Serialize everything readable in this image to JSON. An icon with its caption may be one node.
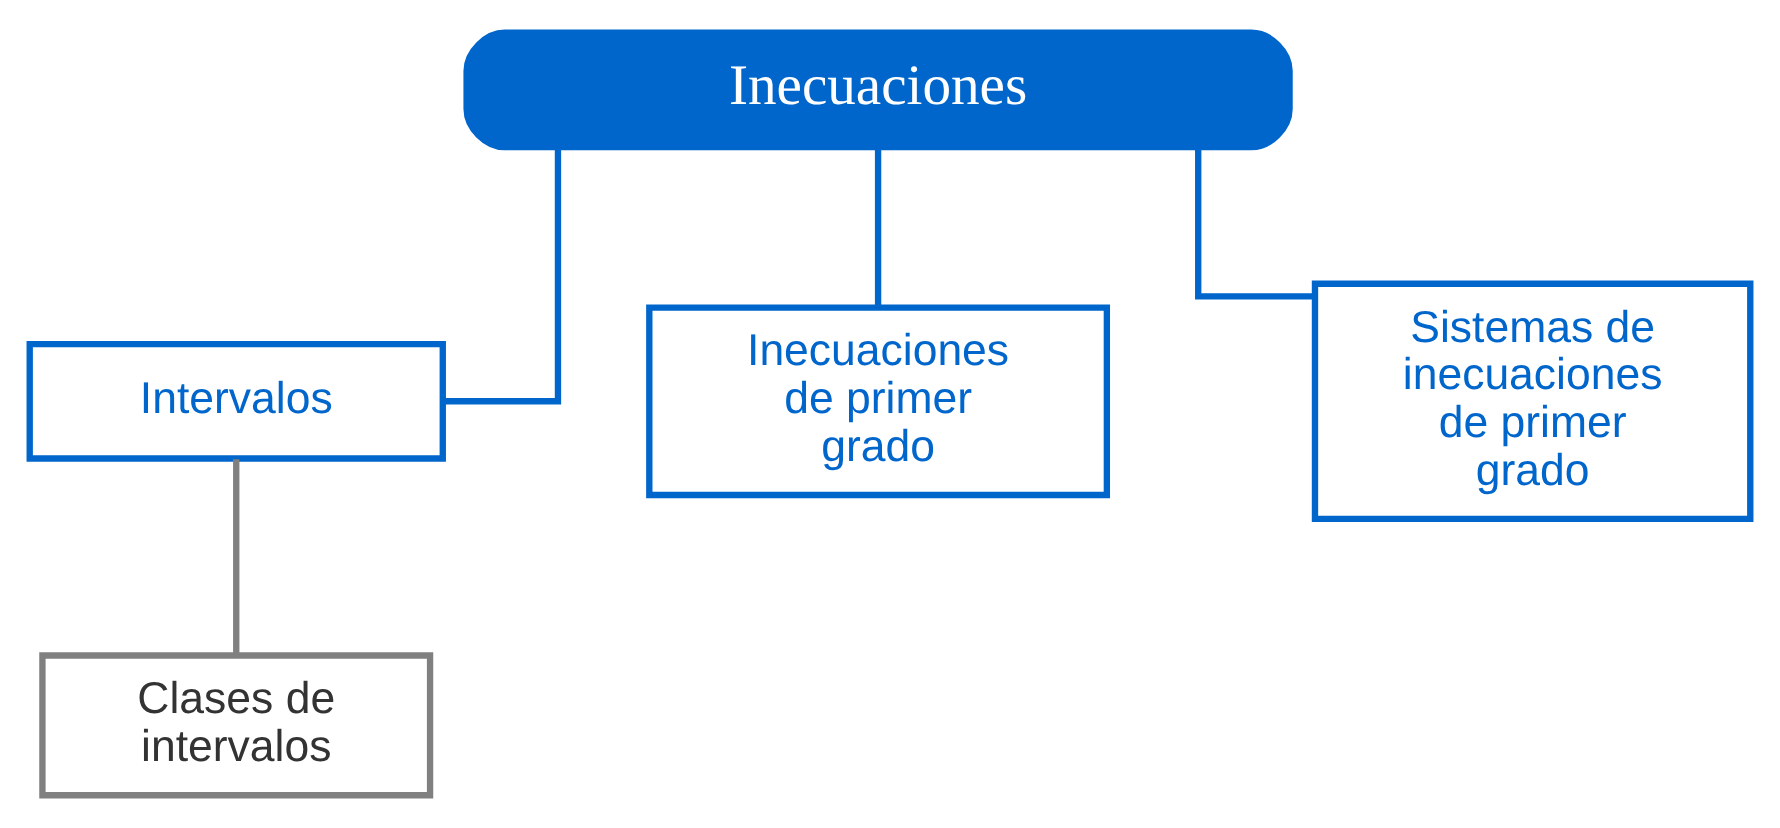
{
  "diagram": {
    "nodes": [
      {
        "text": [
          "Inecuaciones"
        ]
      },
      {
        "text": [
          "Intervalos"
        ]
      },
      {
        "text": [
          "Inecuaciones de primer grado"
        ]
      },
      {
        "text": [
          "Sistemas de inecuaciones de primer grado"
        ]
      },
      {
        "text": [
          "Clases de intervalos"
        ]
      }
    ],
    "edges": [
      {
        "from": 0,
        "to": 1,
        "arrow": "none"
      },
      {
        "from": 0,
        "to": 2,
        "arrow": "none"
      },
      {
        "from": 0,
        "to": 3,
        "arrow": "none"
      },
      {
        "from": 1,
        "to": 4,
        "arrow": "none",
        "color": "#808080"
      }
    ]
  }
}
